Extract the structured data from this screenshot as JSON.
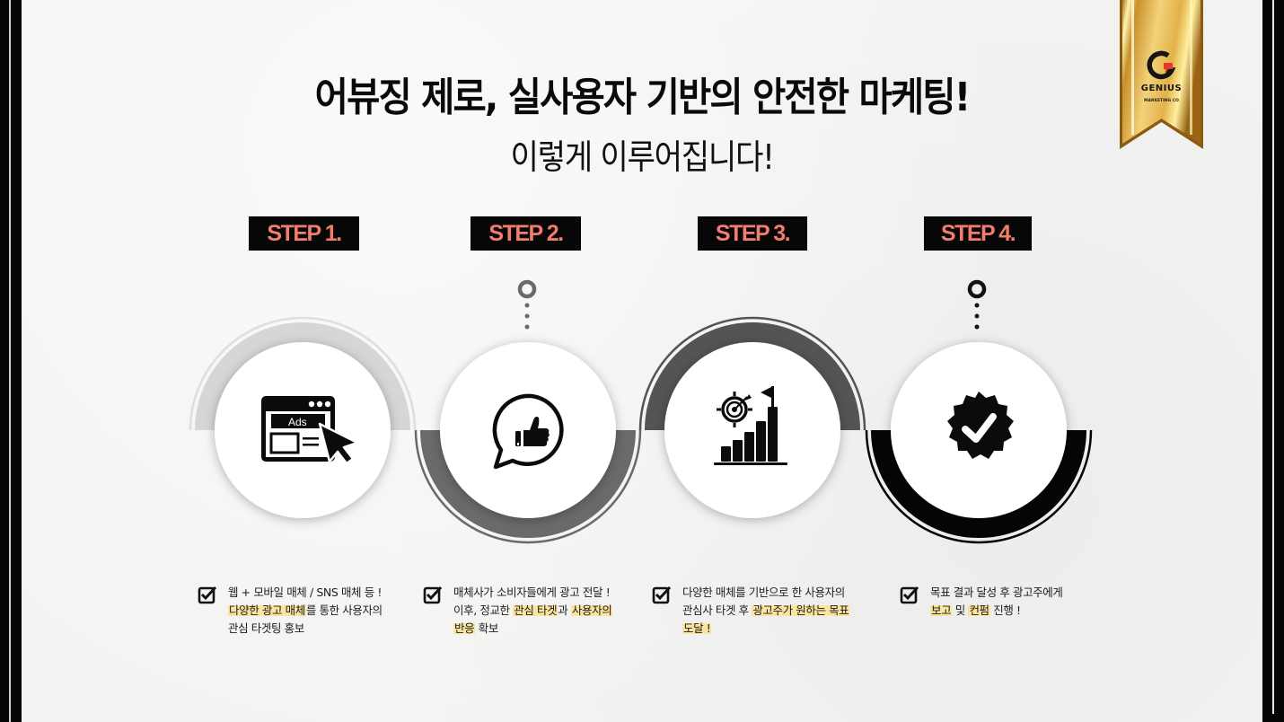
{
  "header": {
    "title": "어뷰징 제로, 실사용자 기반의 안전한 마케팅!",
    "subtitle": "이렇게 이루어집니다!"
  },
  "badge": {
    "brand": "GENIUS",
    "tagline": "MARKETING CO",
    "logo_icon": "g-speech-bubble-logo",
    "colors": {
      "gold": "#d9a93a",
      "accent": "#e53a2a"
    }
  },
  "colors": {
    "step_label_bg": "#070707",
    "step_label_text": "#f27d6d",
    "highlight": "#fbe3a0",
    "arc_light": "#d6d6d6",
    "arc_mid": "#6a6a6a",
    "arc_dark": "#545454",
    "arc_black": "#050505"
  },
  "steps": [
    {
      "label": "STEP 1.",
      "icon": "ads-browser-cursor-icon",
      "icon_text": "Ads",
      "lines": [
        [
          {
            "t": "웹 + 모바일 매체 / SNS 매체 등 !",
            "h": false
          }
        ],
        [
          {
            "t": "다양한 광고 매체",
            "h": true
          },
          {
            "t": "를 통한 사용자의",
            "h": false
          }
        ],
        [
          {
            "t": "관심 타겟팅 홍보",
            "h": false
          }
        ]
      ]
    },
    {
      "label": "STEP 2.",
      "icon": "thumbs-up-speech-bubble-icon",
      "lines": [
        [
          {
            "t": "매체사가 소비자들에게 광고 전달 !",
            "h": false
          }
        ],
        [
          {
            "t": "이후, 정교한 ",
            "h": false
          },
          {
            "t": "관심 타겟",
            "h": true
          },
          {
            "t": "과 ",
            "h": false
          },
          {
            "t": "사용자의",
            "h": true
          }
        ],
        [
          {
            "t": "반응",
            "h": true
          },
          {
            "t": " 확보",
            "h": false
          }
        ]
      ]
    },
    {
      "label": "STEP 3.",
      "icon": "target-growth-chart-flag-icon",
      "lines": [
        [
          {
            "t": "다양한 매체를 기반으로 한 사용자의",
            "h": false
          }
        ],
        [
          {
            "t": "관심사 타겟 후 ",
            "h": false
          },
          {
            "t": "광고주가 원하는 목표",
            "h": true
          }
        ],
        [
          {
            "t": "도달 !",
            "h": true
          }
        ]
      ]
    },
    {
      "label": "STEP 4.",
      "icon": "verified-badge-check-icon",
      "lines": [
        [
          {
            "t": "목표 결과 달성 후 광고주에게",
            "h": false
          }
        ],
        [
          {
            "t": "보고",
            "h": true
          },
          {
            "t": " 및 ",
            "h": false
          },
          {
            "t": "컨펌",
            "h": true
          },
          {
            "t": " 진행 !",
            "h": false
          }
        ]
      ]
    }
  ]
}
